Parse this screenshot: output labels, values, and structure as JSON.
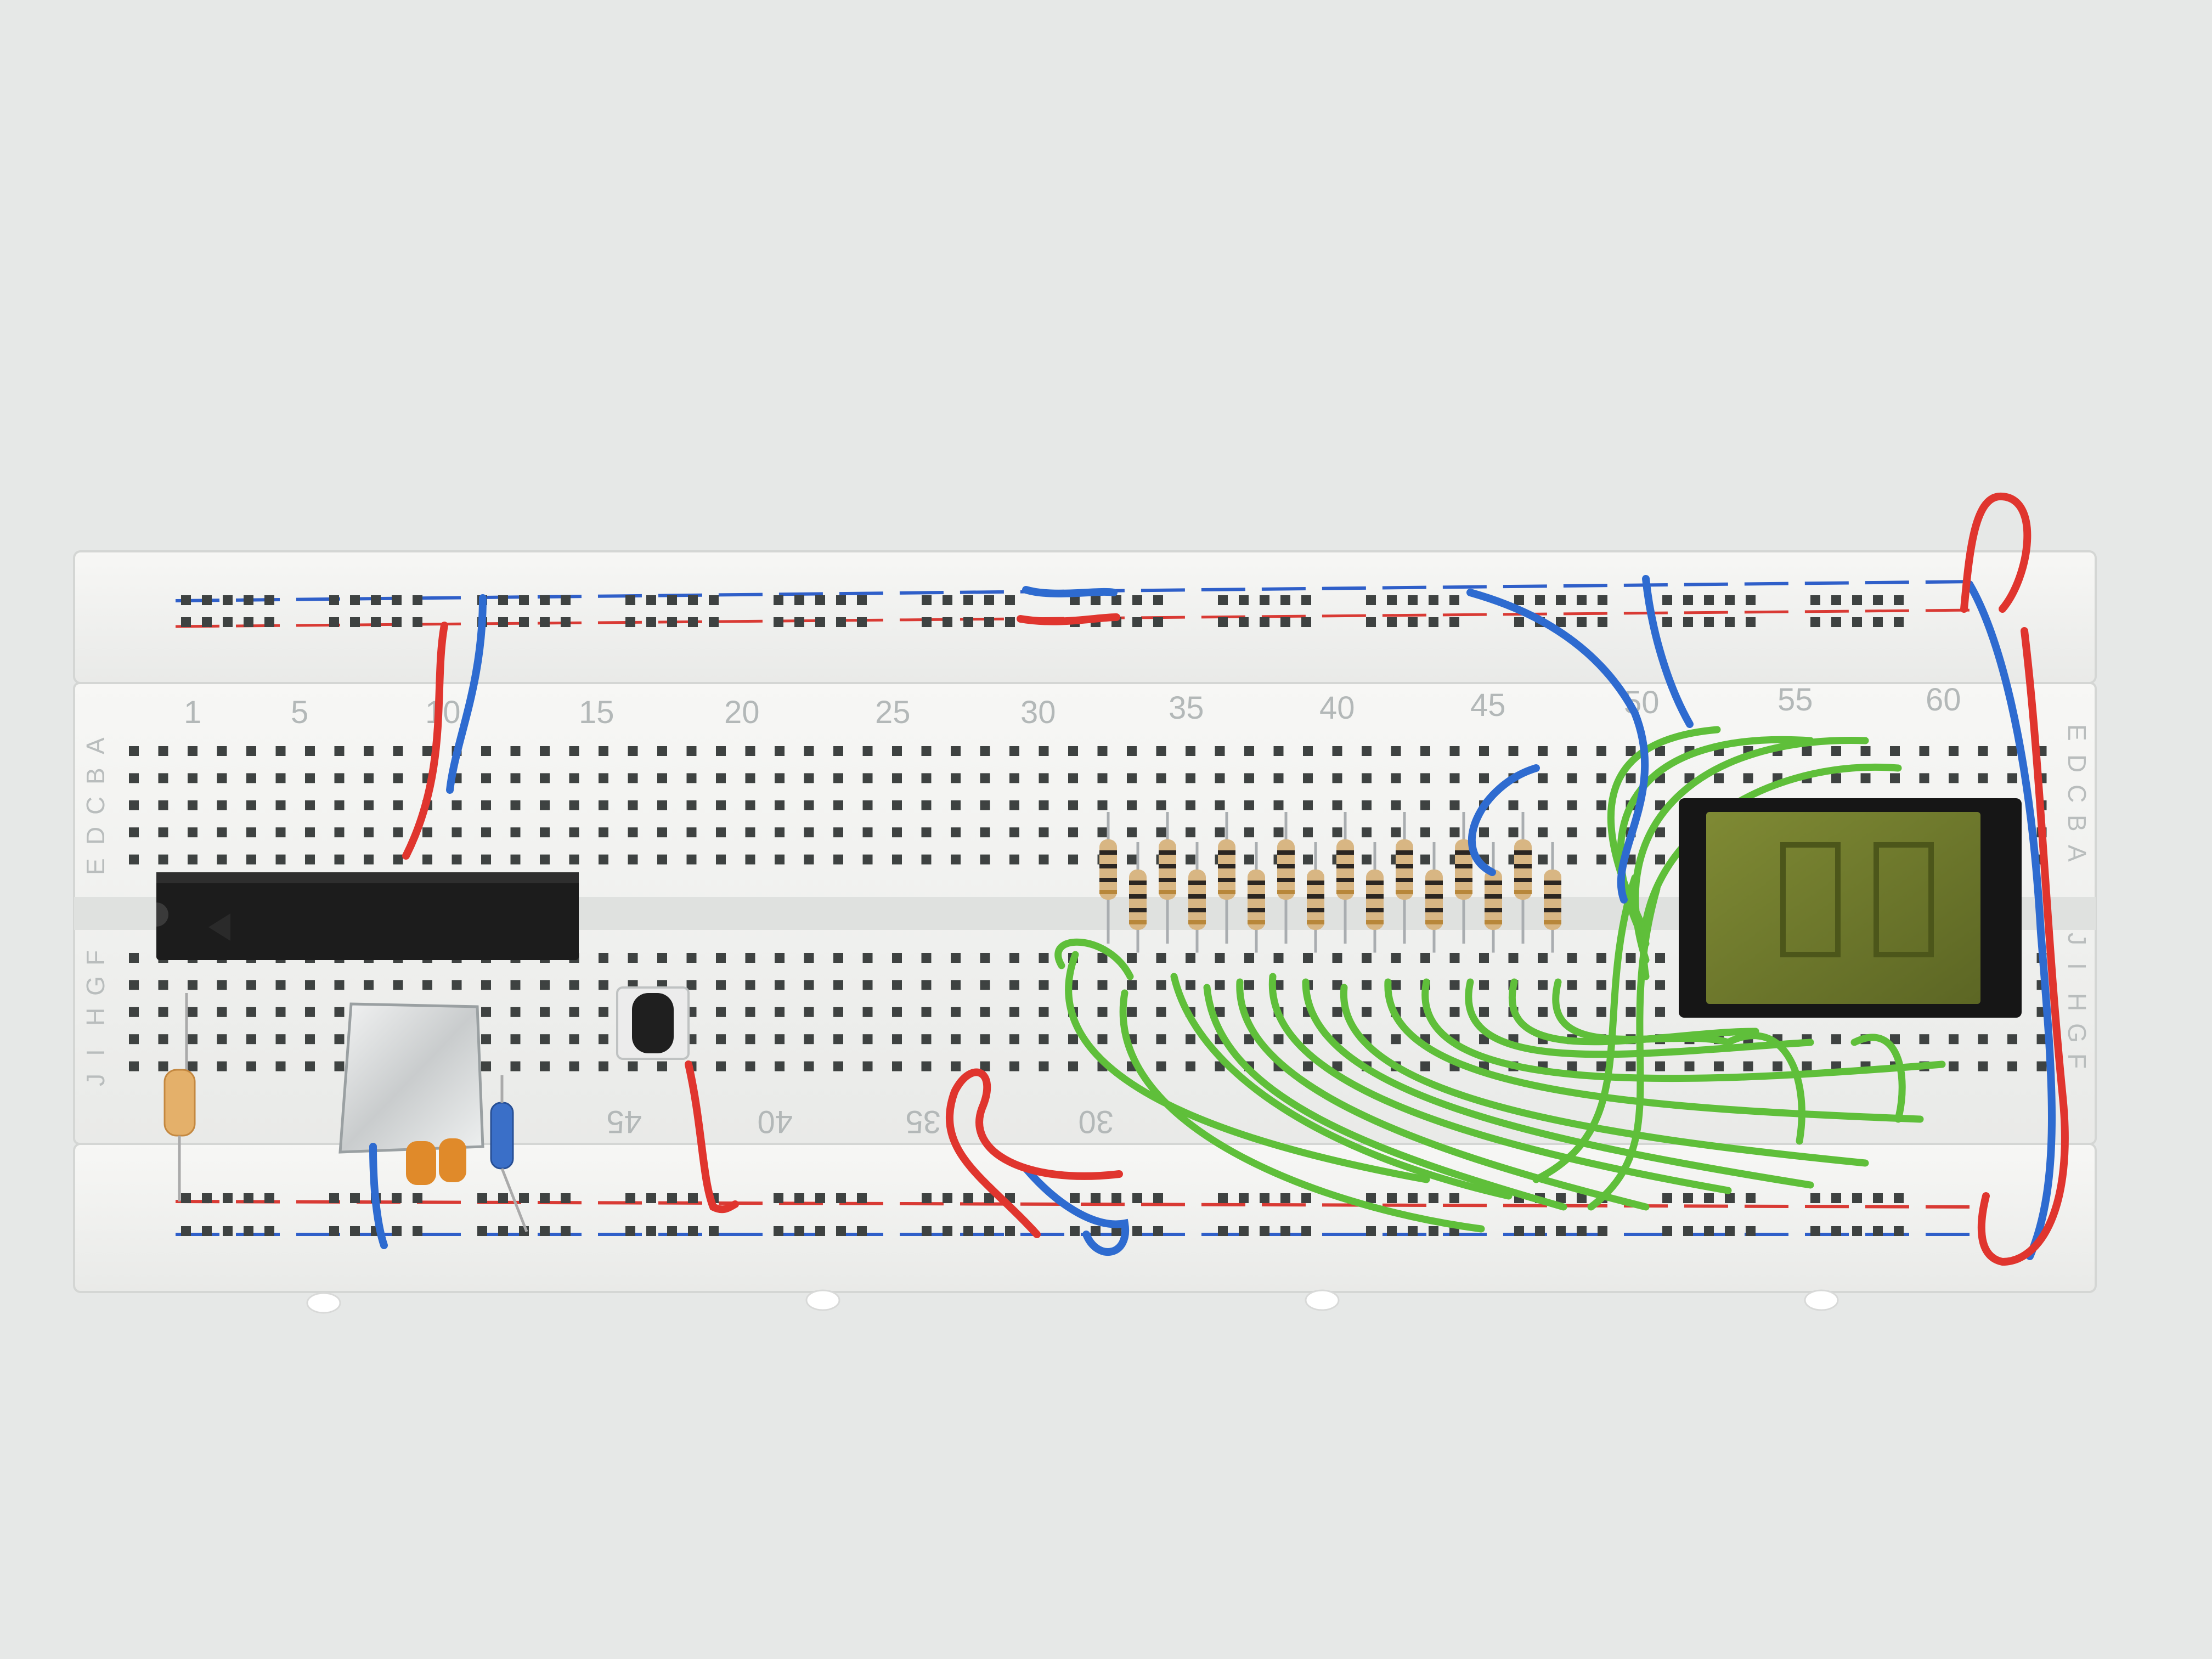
{
  "scene": {
    "colors": {
      "background": "#e6e8e7",
      "board": "#f3f3f1",
      "hole": "#3e4241",
      "rail_blue": "#2f5fc9",
      "rail_red": "#d93a34",
      "wire_green": "#5fbf3a",
      "wire_blue": "#2e6bd0",
      "wire_red": "#e0352e",
      "chip": "#1c1c1c",
      "display": "#6f7a2a"
    },
    "column_labels": [
      "1",
      "5",
      "10",
      "15",
      "20",
      "25",
      "30",
      "35",
      "40",
      "45",
      "50",
      "55",
      "60"
    ],
    "column_labels_bottom": [
      "45",
      "40",
      "35",
      "30"
    ],
    "row_labels_left_top": [
      "A",
      "B",
      "C",
      "D",
      "E"
    ],
    "row_labels_left_bottom": [
      "F",
      "G",
      "H",
      "I",
      "J"
    ],
    "row_labels_right_top": [
      "E",
      "D",
      "C",
      "B",
      "A"
    ],
    "row_labels_right_bottom": [
      "J",
      "I",
      "H",
      "G",
      "F"
    ],
    "resistor_array_count": 16,
    "green_wire_count": 22,
    "components": [
      "microcontroller-chip",
      "crystal-oscillator",
      "push-button",
      "resistor-array",
      "lcd-display"
    ]
  }
}
